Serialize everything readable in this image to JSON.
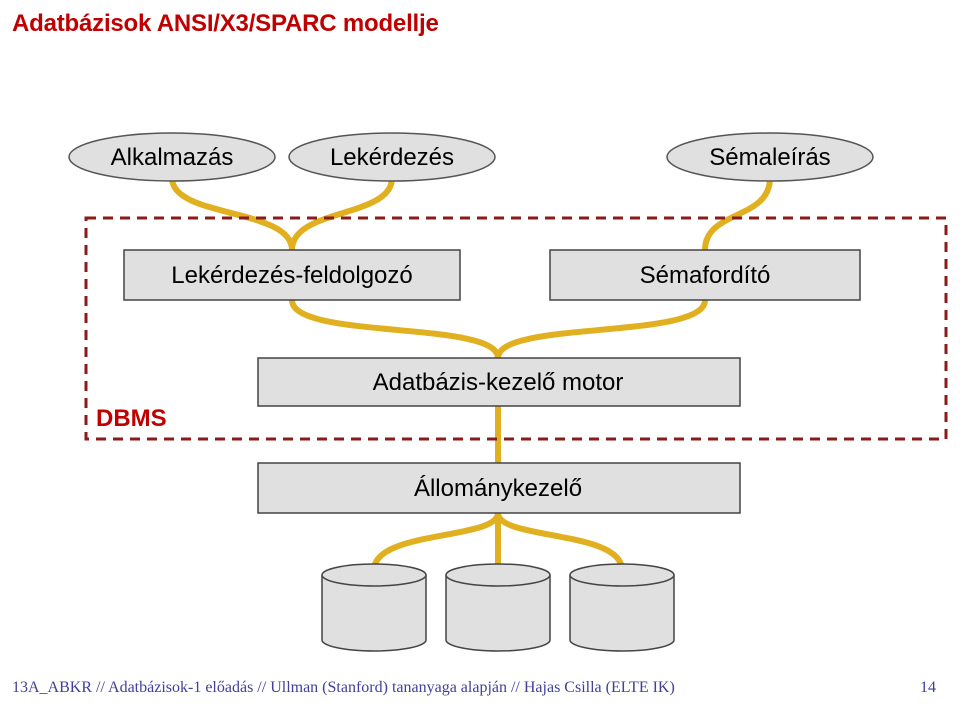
{
  "title": "Adatbázisok ANSI/X3/SPARC modellje",
  "colors": {
    "title": "#c00000",
    "dbms_border": "#8b1a1a",
    "connector": "#e0b020",
    "box_fill": "#e0e0e0",
    "footer": "#404099"
  },
  "diagram": {
    "inputs": {
      "alkalmazas": "Alkalmazás",
      "lekerdezes": "Lekérdezés",
      "semaleiras": "Sémaleírás"
    },
    "boxes": {
      "query_processor": "Lekérdezés-feldolgozó",
      "schema_compiler": "Sémafordító",
      "db_engine": "Adatbázis-kezelő motor",
      "file_manager": "Állománykezelő"
    },
    "dbms_label": "DBMS",
    "storage_icon": "database-cylinder-icon"
  },
  "footer": {
    "credit": "13A_ABKR  // Adatbázisok-1 előadás // Ullman (Stanford) tananyaga alapján // Hajas Csilla (ELTE IK)",
    "page_number": "14"
  }
}
